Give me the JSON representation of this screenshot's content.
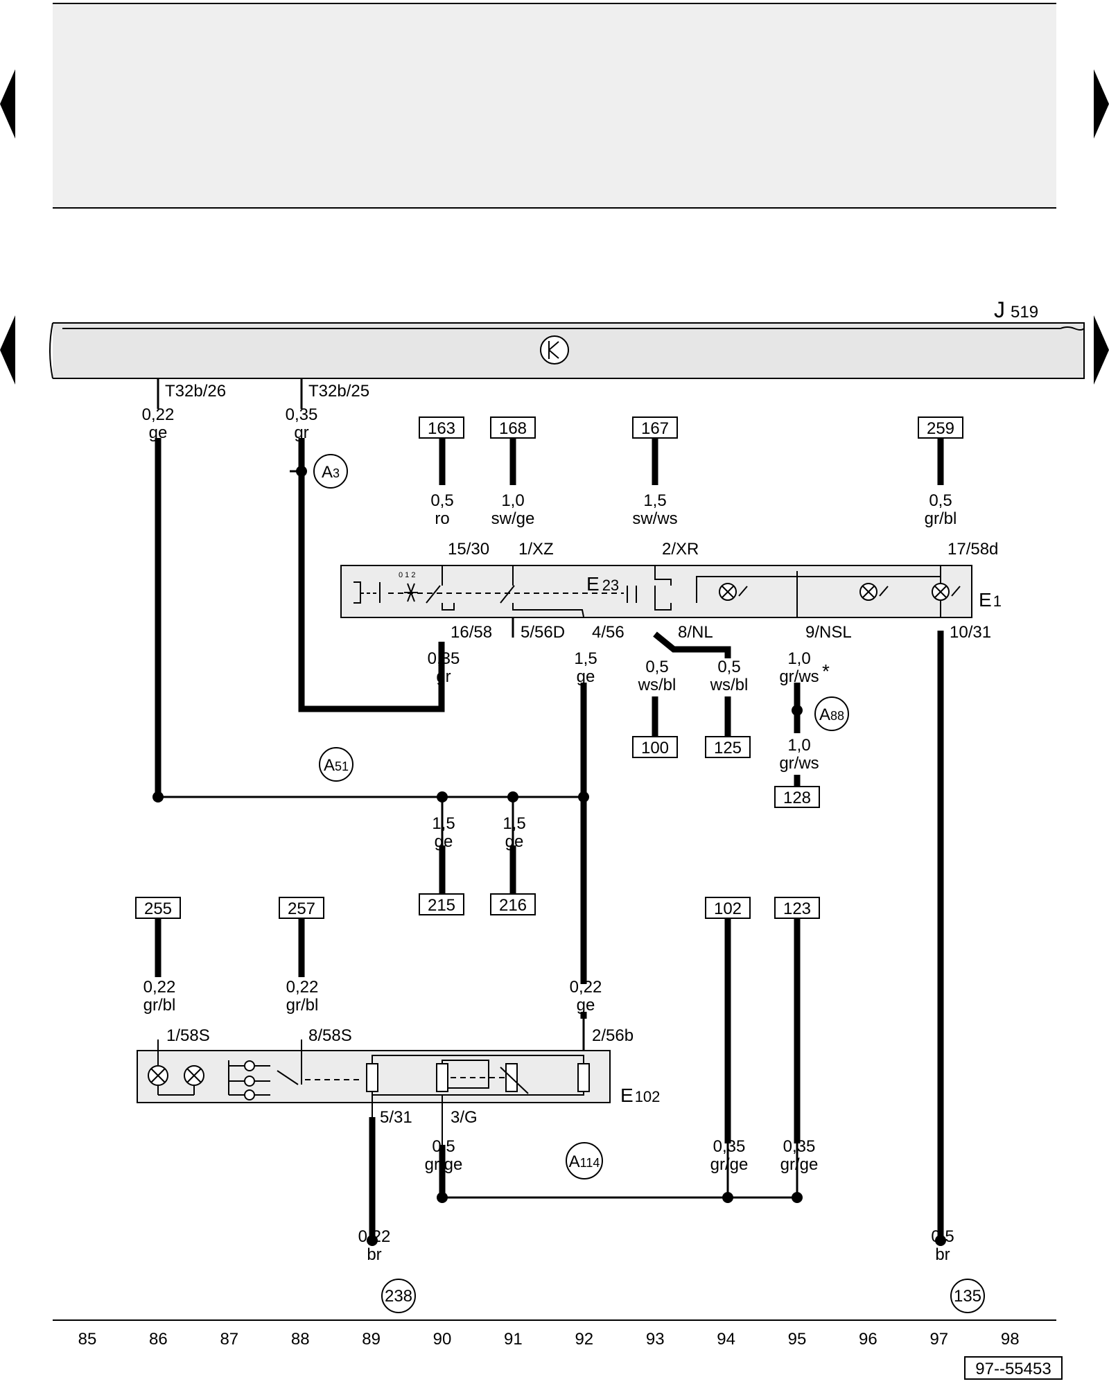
{
  "diagram_code": "97--55453",
  "control_unit": {
    "name": "J",
    "sub": "519"
  },
  "wires": {
    "w1": {
      "pin": "T32b/26",
      "size": "0,22",
      "color": "ge"
    },
    "w2": {
      "pin": "T32b/25",
      "size": "0,35",
      "color": "gr"
    },
    "w3": {
      "pin": "15/30",
      "size": "0,5",
      "color": "ro",
      "ref": "163"
    },
    "w4": {
      "pin": "1/XZ",
      "size": "1,0",
      "color": "sw/ge",
      "ref": "168"
    },
    "w5": {
      "pin": "2/XR",
      "size": "1,5",
      "color": "sw/ws",
      "ref": "167"
    },
    "w6": {
      "pin": "17/58d",
      "size": "0,5",
      "color": "gr/bl",
      "ref": "259"
    },
    "w7": {
      "pin": "16/58",
      "size": "0,35",
      "color": "gr"
    },
    "w8": {
      "pin": "5/56D"
    },
    "w9": {
      "pin": "4/56",
      "size": "1,5",
      "color": "ge"
    },
    "w10": {
      "pin": "8/NL",
      "size_a": "0,5",
      "color_a": "ws/bl",
      "ref_a": "100",
      "size_b": "0,5",
      "color_b": "ws/bl",
      "ref_b": "125"
    },
    "w11": {
      "pin": "9/NSL",
      "size": "1,0",
      "color": "gr/ws",
      "mark": "*",
      "size2": "1,0",
      "color2": "gr/ws",
      "ref": "128"
    },
    "w12": {
      "pin": "10/31",
      "size": "0,5",
      "color": "br",
      "ground": "135"
    },
    "w13": {
      "size": "1,5",
      "color": "ge",
      "ref": "215"
    },
    "w14": {
      "size": "1,5",
      "color": "ge",
      "ref": "216"
    },
    "w15": {
      "pin": "1/58S",
      "size": "0,22",
      "color": "gr/bl",
      "ref": "255"
    },
    "w16": {
      "pin": "8/58S",
      "size": "0,22",
      "color": "gr/bl",
      "ref": "257"
    },
    "w17": {
      "pin": "2/56b",
      "size": "0,22",
      "color": "ge"
    },
    "w18": {
      "pin": "5/31",
      "size": "0,22",
      "color": "br",
      "ground": "238"
    },
    "w19": {
      "pin": "3/G",
      "size": "0,5",
      "color": "gr/ge"
    },
    "w20": {
      "size": "0,35",
      "color": "gr/ge",
      "ref": "102"
    },
    "w21": {
      "size": "0,35",
      "color": "gr/ge",
      "ref": "123"
    }
  },
  "connections": {
    "a3": {
      "main": "A",
      "sub": "3"
    },
    "a51": {
      "main": "A",
      "sub": "51"
    },
    "a88": {
      "main": "A",
      "sub": "88"
    },
    "a114": {
      "main": "A",
      "sub": "114"
    }
  },
  "components": {
    "e1": {
      "main": "E",
      "sub": "1"
    },
    "e23": {
      "main": "E",
      "sub": "23"
    },
    "e102": {
      "main": "E",
      "sub": "102"
    },
    "switch_scale": "0 1 2"
  },
  "track_numbers": [
    "85",
    "86",
    "87",
    "88",
    "89",
    "90",
    "91",
    "92",
    "93",
    "94",
    "95",
    "96",
    "97",
    "98"
  ]
}
